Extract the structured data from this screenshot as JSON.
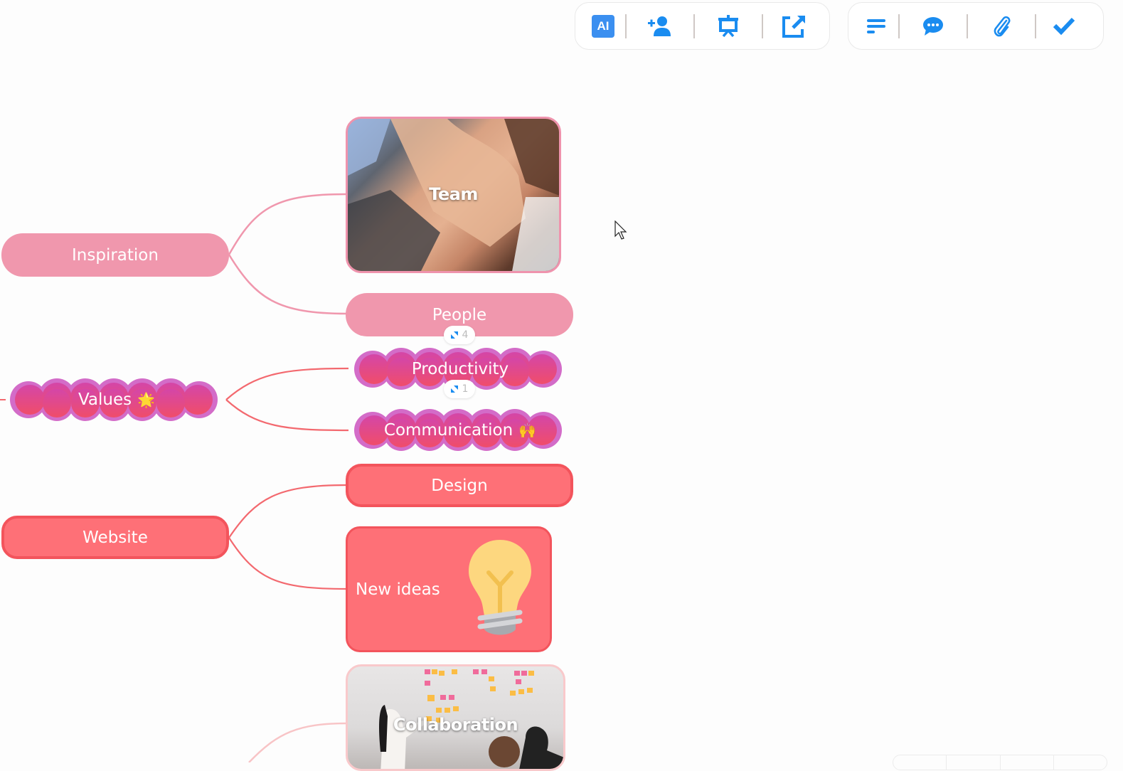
{
  "toolbar": {
    "group1": [
      {
        "name": "ai-button",
        "icon": "ai-icon",
        "label": "AI"
      },
      {
        "name": "share-button",
        "icon": "add-user-icon"
      },
      {
        "name": "present-button",
        "icon": "presentation-icon"
      },
      {
        "name": "export-button",
        "icon": "export-icon"
      }
    ],
    "group2": [
      {
        "name": "outline-button",
        "icon": "outline-list-icon"
      },
      {
        "name": "comments-button",
        "icon": "comment-icon"
      },
      {
        "name": "attachments-button",
        "icon": "paperclip-icon"
      },
      {
        "name": "tasks-button",
        "icon": "checkmark-icon"
      }
    ],
    "accent_color": "#1a8cf0"
  },
  "mindmap": {
    "branches": [
      {
        "label": "Inspiration",
        "color": "#f097ad",
        "children": [
          {
            "label": "Team",
            "type": "image"
          },
          {
            "label": "People",
            "type": "pill",
            "badge_count": "4"
          }
        ]
      },
      {
        "label": "Values",
        "emoji": "🌟",
        "color": "#e0507e",
        "children": [
          {
            "label": "Productivity",
            "type": "cloud",
            "badge_count": "1"
          },
          {
            "label": "Communication",
            "emoji": "🙌",
            "type": "cloud"
          }
        ]
      },
      {
        "label": "Website",
        "color": "#fe7077",
        "children": [
          {
            "label": "Design",
            "type": "pill"
          },
          {
            "label": "New ideas",
            "type": "card",
            "icon": "lightbulb-icon"
          }
        ]
      },
      {
        "children": [
          {
            "label": "Collaboration",
            "type": "image"
          }
        ]
      }
    ]
  }
}
